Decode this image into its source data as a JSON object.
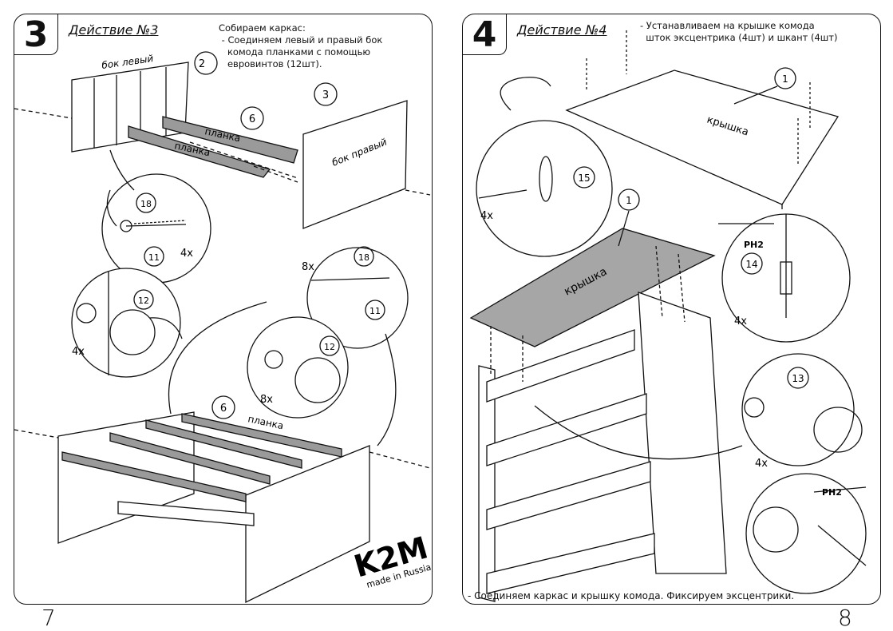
{
  "left_page": {
    "step_number": "3",
    "step_title": "Действие №3",
    "instruction": "Собираем каркас:\n - Соединяем левый и правый бок\n   комода планками с помощью\n   евровинтов (12шт).",
    "labels": {
      "side_left": "бок левый",
      "side_right": "бок правый",
      "slat": "планка"
    },
    "part_numbers": [
      "2",
      "3",
      "6",
      "18",
      "11",
      "12"
    ],
    "quantities": {
      "q4x_a": "4x",
      "q4x_b": "4x",
      "q8x_a": "8x",
      "q8x_b": "8x"
    },
    "logo": {
      "mark": "K2M",
      "tagline": "made in Russia"
    },
    "page_number": "7"
  },
  "right_page": {
    "step_number": "4",
    "step_title": "Действие №4",
    "instruction": "- Устанавливаем на крышке комода\n  шток эксцентрика (4шт) и шкант (4шт)",
    "labels": {
      "top": "крышка",
      "screwdriver": "PH2"
    },
    "part_numbers": [
      "1",
      "15",
      "14",
      "13"
    ],
    "quantities": {
      "q4x_a": "4x",
      "q4x_b": "4x",
      "q4x_c": "4x"
    },
    "footer_note": "- Соединяем каркас и крышку комода. Фиксируем эксцентрики.",
    "page_number": "8"
  },
  "colors": {
    "line": "#111111",
    "panel_fill": "#ffffff",
    "slat_fill": "#9a9a9a",
    "top_fill": "#a6a6a6"
  }
}
